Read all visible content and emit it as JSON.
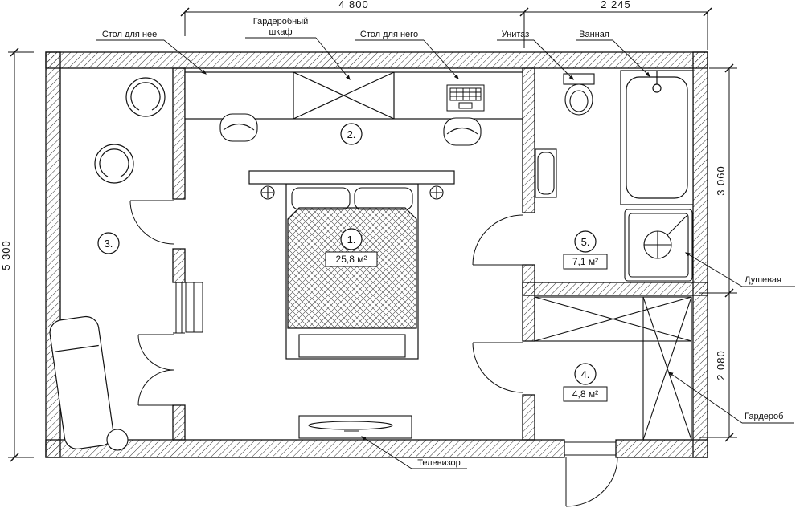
{
  "dimensions": {
    "top_left": "4 800",
    "top_right": "2 245",
    "left": "5 300",
    "right_upper": "3 060",
    "right_lower": "2 080"
  },
  "labels": {
    "desk_her": "Стол для нее",
    "wardrobe_cabinet_1": "Гардеробный",
    "wardrobe_cabinet_2": "шкаф",
    "desk_him": "Стол для него",
    "toilet": "Унитаз",
    "bath": "Ванная",
    "shower": "Душевая",
    "wardrobe": "Гардероб",
    "tv": "Телевизор"
  },
  "rooms": {
    "r1": {
      "number": "1.",
      "area": "25,8 м²"
    },
    "r2": {
      "number": "2."
    },
    "r3": {
      "number": "3."
    },
    "r4": {
      "number": "4.",
      "area": "4,8 м²"
    },
    "r5": {
      "number": "5.",
      "area": "7,1 м²"
    }
  }
}
